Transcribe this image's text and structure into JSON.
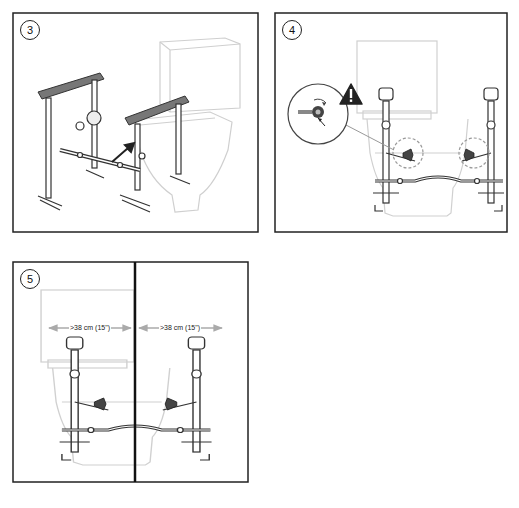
{
  "diagram": {
    "nodes": [
      {
        "text": [
          "3"
        ]
      },
      {
        "text": [
          "4"
        ]
      },
      {
        "text": [
          "5"
        ]
      }
    ],
    "labels": [
      ">38 cm (15\")",
      ">38 cm (15\")"
    ]
  }
}
